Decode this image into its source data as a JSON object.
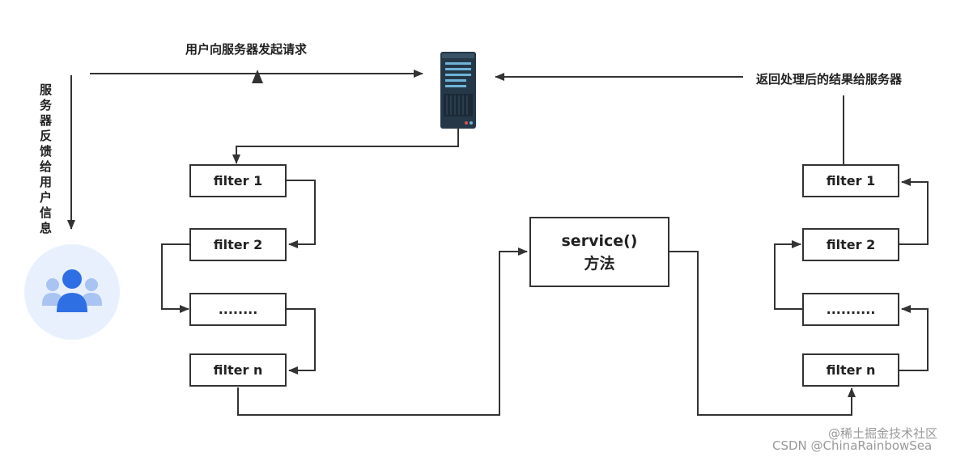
{
  "labels": {
    "request": "用户向服务器发起请求",
    "return_result": "返回处理后的结果给服务器",
    "feedback": "服务器反馈给用户信息"
  },
  "left_filters": [
    "filter 1",
    "filter 2",
    "........",
    "filter n"
  ],
  "right_filters": [
    "filter 1",
    "filter 2",
    "..........",
    "filter n"
  ],
  "service": {
    "line1": "service()",
    "line2": "方法"
  },
  "watermark": {
    "line1": "@稀土掘金技术社区",
    "line2": "CSDN @ChinaRainbowSea"
  },
  "icons": {
    "server": "server-icon",
    "user": "user-group-icon"
  },
  "colors": {
    "stroke": "#333333",
    "user_bg": "#e8f0fd",
    "user_icon": "#2f6fe4",
    "server": "#253847"
  }
}
